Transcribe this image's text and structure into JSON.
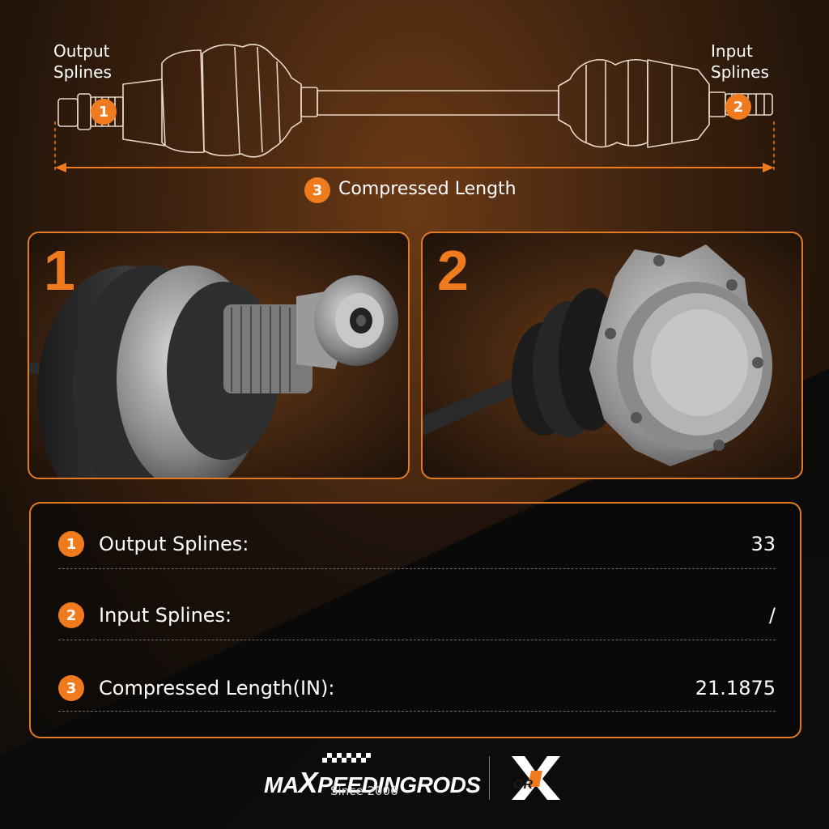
{
  "diagram": {
    "output_label_line1": "Output",
    "output_label_line2": "Splines",
    "input_label_line1": "Input",
    "input_label_line2": "Splines",
    "badge1": "1",
    "badge2": "2",
    "badge3": "3",
    "dimension_label": "Compressed Length"
  },
  "panels": [
    {
      "number": "1"
    },
    {
      "number": "2"
    }
  ],
  "specs": [
    {
      "badge": "1",
      "label": "Output Splines:",
      "value": "33"
    },
    {
      "badge": "2",
      "label": "Input Splines:",
      "value": "/"
    },
    {
      "badge": "3",
      "label": "Compressed Length(IN):",
      "value": "21.1875"
    }
  ],
  "footer": {
    "brand_prefix": "MA",
    "brand_x": "X",
    "brand_suffix": "PEEDINGRODS",
    "since": "Since 2006",
    "or_logo_text": "OR"
  },
  "colors": {
    "accent": "#f07a1e",
    "panel_border": "#e07a26",
    "background": "#0d0d0d"
  }
}
